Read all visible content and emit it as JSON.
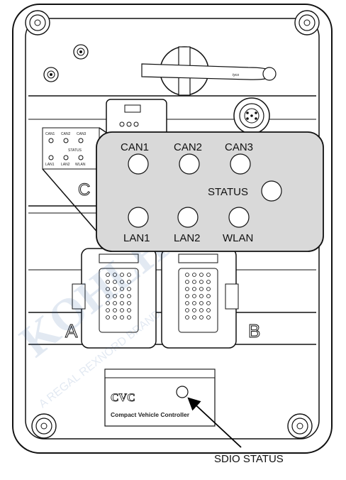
{
  "detail_labels": {
    "can1": "CAN1",
    "can2": "CAN2",
    "can3": "CAN3",
    "status": "STATUS",
    "lan1": "LAN1",
    "lan2": "LAN2",
    "wlan": "WLAN"
  },
  "mini_labels": {
    "can1": "CAN1",
    "can2": "CAN2",
    "can3": "CAN3",
    "status": "STATUS",
    "lan1": "LAN1",
    "lan2": "LAN2",
    "wlan": "WLAN"
  },
  "connectors": {
    "a": "A",
    "b": "B",
    "c": "C"
  },
  "nameplate": {
    "title": "CVC",
    "subtitle": "Compact Vehicle Controller"
  },
  "brand": "tyco",
  "callout": "SDIO STATUS",
  "watermark": {
    "main": "KOHLHOREN",
    "sub": "A REGAL REXNORD BRAND"
  }
}
